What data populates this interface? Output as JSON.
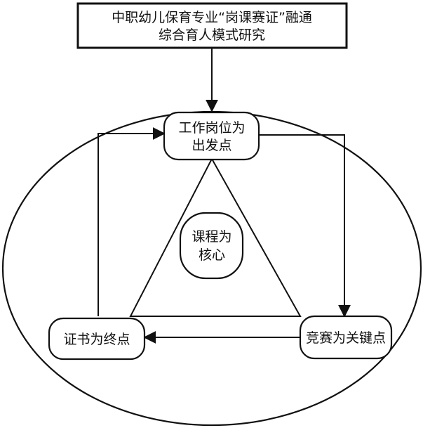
{
  "title_box": {
    "line1": "中职幼儿保育专业“岗课赛证”融通",
    "line2": "综合育人模式研究"
  },
  "nodes": {
    "job": {
      "line1": "工作岗位为",
      "line2": "出发点"
    },
    "course": {
      "line1": "课程为",
      "line2": "核心"
    },
    "competition": {
      "line1": "竞赛为关键点"
    },
    "certificate": {
      "line1": "证书为终点"
    }
  },
  "colors": {
    "stroke": "#111111",
    "fill": "#ffffff",
    "text": "#111111"
  }
}
